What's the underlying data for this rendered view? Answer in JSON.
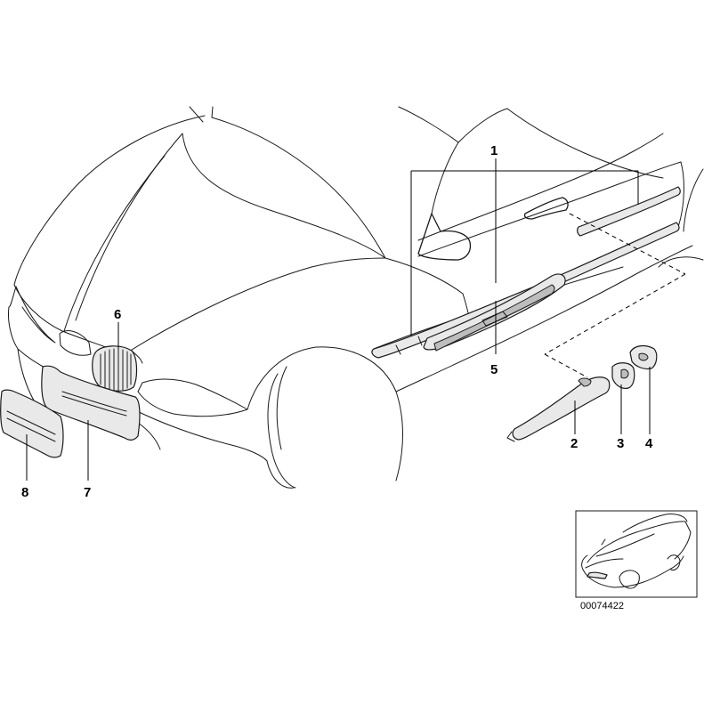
{
  "diagram": {
    "callouts": {
      "c1": "1",
      "c2": "2",
      "c3": "3",
      "c4": "4",
      "c5": "5",
      "c6": "6",
      "c7": "7",
      "c8": "8"
    },
    "thumbnail": {
      "reference_number": "00074422"
    }
  }
}
